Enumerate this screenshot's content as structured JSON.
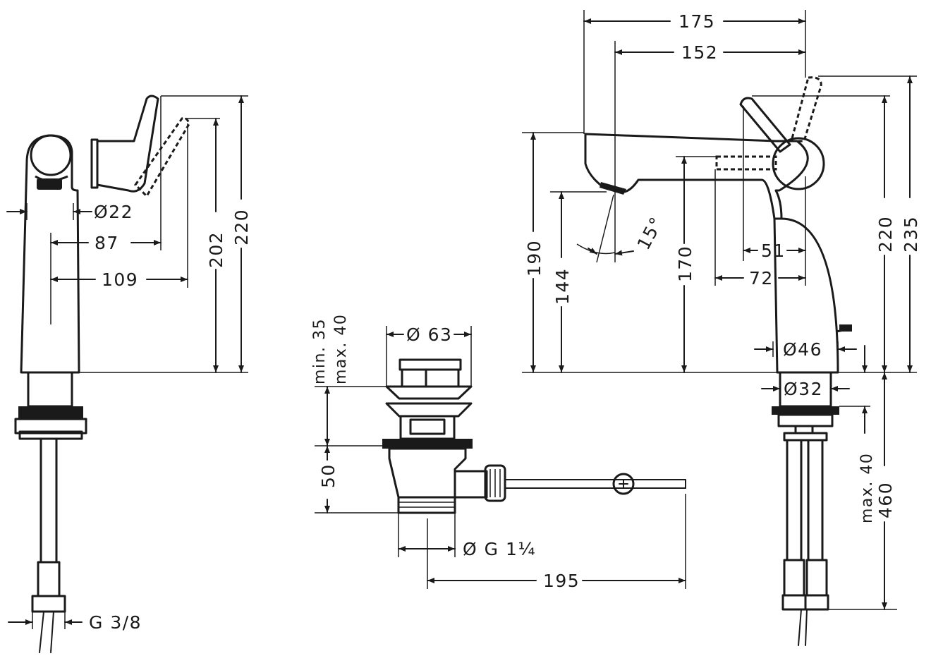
{
  "units": "mm",
  "left_view": {
    "dim_diameter_spout": "Ø22",
    "dim_87": "87",
    "dim_109": "109",
    "dim_202": "202",
    "dim_220": "220",
    "dim_thread": "G 3/8"
  },
  "waste_view": {
    "dim_min": "min. 35",
    "dim_max": "max. 40",
    "dim_diameter_63": "Ø 63",
    "dim_50": "50",
    "dim_thread": "Ø G 1¼",
    "dim_195": "195"
  },
  "right_view": {
    "dim_175": "175",
    "dim_152": "152",
    "dim_190": "190",
    "dim_144": "144",
    "dim_angle": "15°",
    "dim_170": "170",
    "dim_51": "51",
    "dim_72": "72",
    "dim_220": "220",
    "dim_235": "235",
    "dim_diameter_46": "Ø46",
    "dim_diameter_32": "Ø32",
    "dim_max_40": "max. 40",
    "dim_460": "460"
  }
}
